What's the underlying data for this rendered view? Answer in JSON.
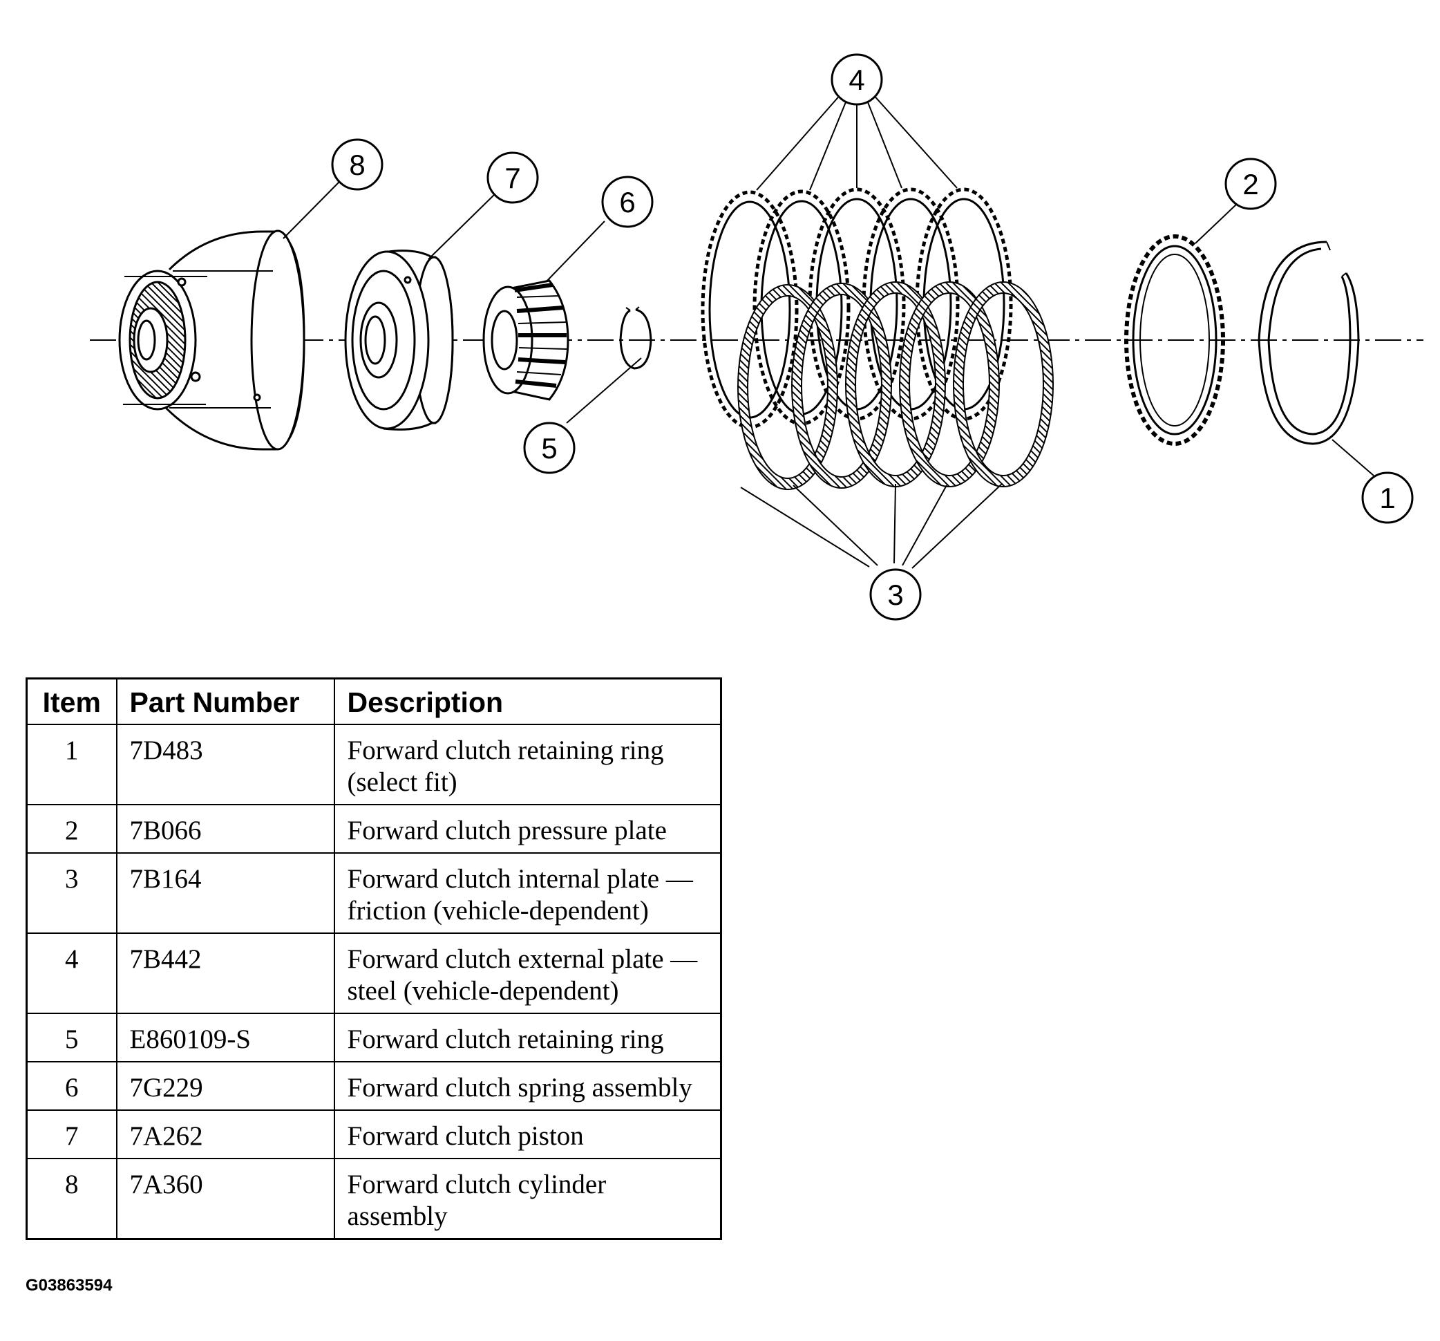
{
  "callouts": [
    {
      "number": "1"
    },
    {
      "number": "2"
    },
    {
      "number": "3"
    },
    {
      "number": "4"
    },
    {
      "number": "5"
    },
    {
      "number": "6"
    },
    {
      "number": "7"
    },
    {
      "number": "8"
    }
  ],
  "table": {
    "headers": {
      "item": "Item",
      "part_number": "Part Number",
      "description": "Description"
    },
    "rows": [
      {
        "item": "1",
        "part_number": "7D483",
        "description": "Forward clutch retaining ring (select fit)"
      },
      {
        "item": "2",
        "part_number": "7B066",
        "description": "Forward clutch pressure plate"
      },
      {
        "item": "3",
        "part_number": "7B164",
        "description": "Forward clutch internal plate — friction (vehicle-dependent)"
      },
      {
        "item": "4",
        "part_number": "7B442",
        "description": "Forward clutch external plate — steel (vehicle-dependent)"
      },
      {
        "item": "5",
        "part_number": "E860109-S",
        "description": "Forward clutch retaining ring"
      },
      {
        "item": "6",
        "part_number": "7G229",
        "description": "Forward clutch spring assembly"
      },
      {
        "item": "7",
        "part_number": "7A262",
        "description": "Forward clutch piston"
      },
      {
        "item": "8",
        "part_number": "7A360",
        "description": "Forward clutch cylinder assembly"
      }
    ]
  },
  "figure_id": "G03863594"
}
